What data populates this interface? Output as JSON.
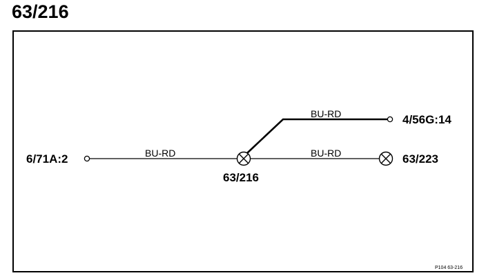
{
  "page": {
    "title": "63/216"
  },
  "diagram": {
    "terminals": {
      "left": "6/71A:2",
      "top_right": "4/56G:14"
    },
    "splices": {
      "center": "63/216",
      "right": "63/223"
    },
    "wires": [
      {
        "id": "wire-left",
        "color_code": "BU-RD",
        "from": "6/71A:2",
        "to": "63/216"
      },
      {
        "id": "wire-upper",
        "color_code": "BU-RD",
        "from": "63/216",
        "to": "4/56G:14"
      },
      {
        "id": "wire-lower",
        "color_code": "BU-RD",
        "from": "63/216",
        "to": "63/223"
      }
    ],
    "reference": "P104  63-216"
  }
}
